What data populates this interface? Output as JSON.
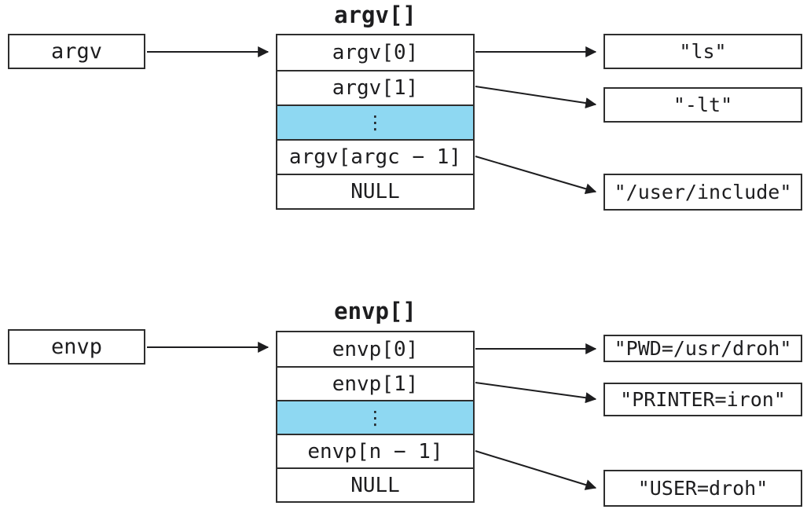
{
  "colors": {
    "highlight_fill": "#8ed8f2",
    "line": "#1d1d1f",
    "border": "#2e2e2e",
    "background": "#ffffff"
  },
  "argv": {
    "title": "argv[]",
    "pointer_label": "argv",
    "cells": [
      {
        "label": "argv[0]",
        "highlighted": false
      },
      {
        "label": "argv[1]",
        "highlighted": false
      },
      {
        "label": "⋮",
        "highlighted": true
      },
      {
        "label": "argv[argc − 1]",
        "highlighted": false
      },
      {
        "label": "NULL",
        "highlighted": false
      }
    ],
    "strings": [
      {
        "label": "\"ls\""
      },
      {
        "label": "\"-lt\""
      },
      {
        "label": "\"/user/include\""
      }
    ]
  },
  "envp": {
    "title": "envp[]",
    "pointer_label": "envp",
    "cells": [
      {
        "label": "envp[0]",
        "highlighted": false
      },
      {
        "label": "envp[1]",
        "highlighted": false
      },
      {
        "label": "⋮",
        "highlighted": true
      },
      {
        "label": "envp[n − 1]",
        "highlighted": false
      },
      {
        "label": "NULL",
        "highlighted": false
      }
    ],
    "strings": [
      {
        "label": "\"PWD=/usr/droh\""
      },
      {
        "label": "\"PRINTER=iron\""
      },
      {
        "label": "\"USER=droh\""
      }
    ]
  }
}
